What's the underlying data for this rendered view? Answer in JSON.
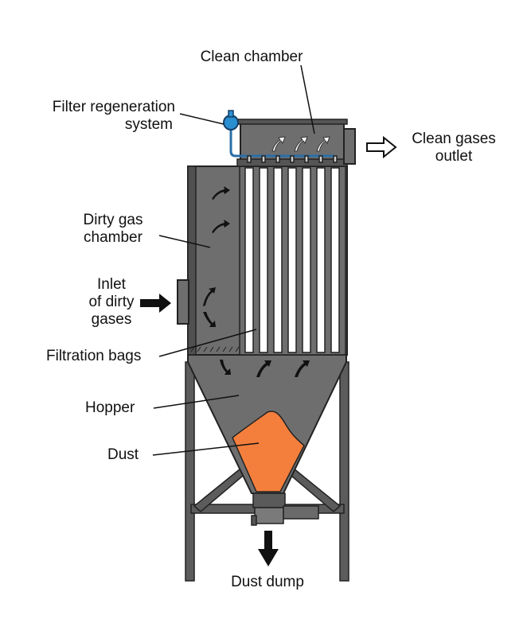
{
  "labels": {
    "clean_chamber": "Clean chamber",
    "filter_regeneration": [
      "Filter regeneration",
      "system"
    ],
    "clean_gases_outlet": [
      "Clean gases",
      "outlet"
    ],
    "dirty_gas_chamber": [
      "Dirty gas",
      "chamber"
    ],
    "inlet": [
      "Inlet",
      "of dirty",
      "gases"
    ],
    "filtration_bags": "Filtration bags",
    "hopper": "Hopper",
    "dust": "Dust",
    "dust_dump": "Dust dump"
  },
  "colors": {
    "body": "#6a6a6a",
    "frame": "#3a3a3a",
    "dust": "#f47f3c",
    "valve": "#2a8fd0",
    "bags": "#ffffff"
  }
}
